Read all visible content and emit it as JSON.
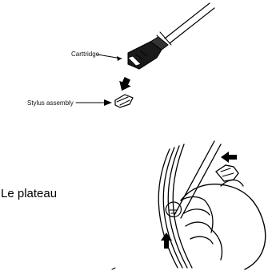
{
  "diagram": {
    "labels": {
      "cartridge": "Carttridge",
      "stylus": "Stylus assembly",
      "platter": "Le plateau"
    },
    "colors": {
      "ink": "#000000",
      "background": "#ffffff"
    }
  }
}
